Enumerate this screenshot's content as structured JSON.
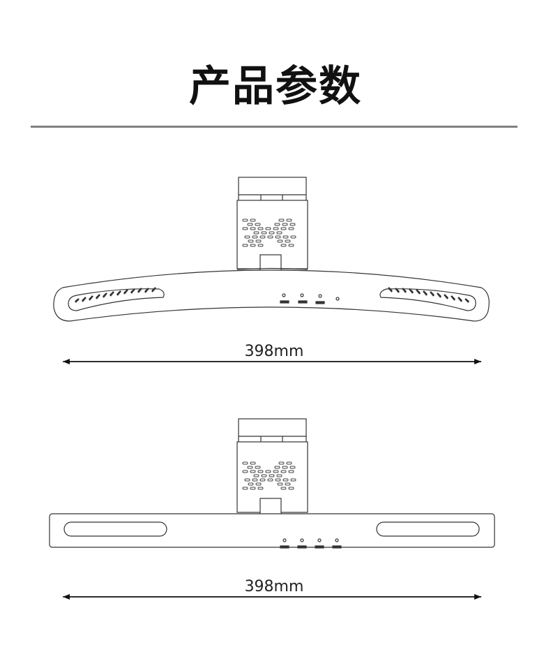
{
  "title": "产品参数",
  "views": [
    {
      "name": "curved",
      "dimension_label": "398mm"
    },
    {
      "name": "straight",
      "dimension_label": "398mm"
    }
  ]
}
